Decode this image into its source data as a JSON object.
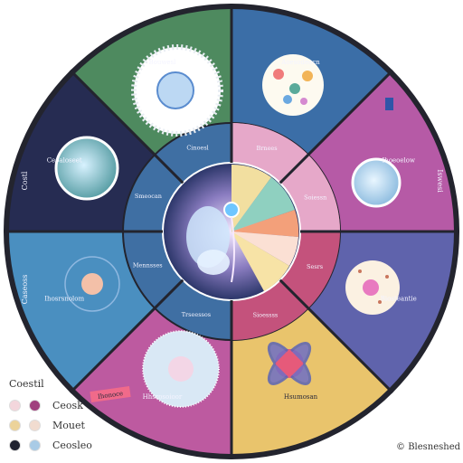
{
  "legend": {
    "title": "Coestil",
    "items": [
      {
        "label": "Ceosk",
        "colors": [
          "#f3d6dc",
          "#a0407e"
        ]
      },
      {
        "label": "Mouet",
        "colors": [
          "#ecd39a",
          "#f1dcd0"
        ]
      },
      {
        "label": "Ceosleo",
        "colors": [
          "#1f2230",
          "#a9cbe6"
        ]
      }
    ]
  },
  "segments": [
    {
      "label": "Aoesodeocn",
      "color": "#3b6ea7"
    },
    {
      "label": "Ihoeoelow",
      "color": "#b65aa6"
    },
    {
      "label": "Biosteantie",
      "color": "#5f63ac"
    },
    {
      "label": "Hsumosan",
      "color": "#e9c46c"
    },
    {
      "label": "Hhsrosoioor",
      "color": "#bd5aa0"
    },
    {
      "label": "Ihosrsnolom",
      "color": "#4a8fc0"
    },
    {
      "label": "Ceoaloseet",
      "color": "#262c52"
    },
    {
      "label": "Bouwesl",
      "color": "#4e8a5f"
    }
  ],
  "outer_labels": [
    "Costl",
    "Caseoss",
    "Iswesi"
  ],
  "middle_labels": [
    "Cinoesl",
    "Brnees",
    "Soiessn",
    "Sesrs",
    "Sioessss",
    "Trseessos",
    "Mennsses",
    "Smeocan"
  ],
  "tag_label": "Ihonoce",
  "credit": "Blesneshed",
  "colors": {
    "ring": "#23242e",
    "accent": "#f06a8a"
  }
}
